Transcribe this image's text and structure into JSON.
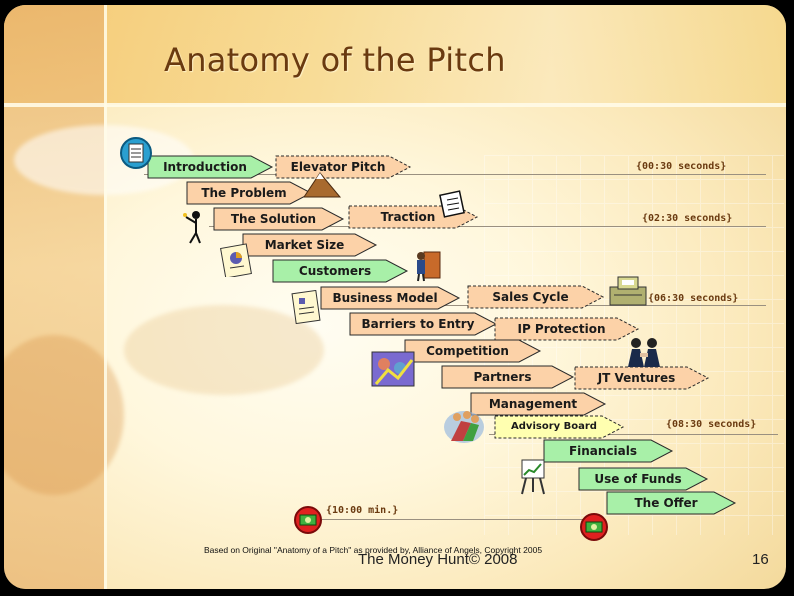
{
  "title": "Anatomy of the Pitch",
  "steps": [
    {
      "label": "Introduction",
      "fill": "#a8f0a8",
      "style": "solid"
    },
    {
      "label": "Elevator Pitch",
      "fill": "#fcd2a8",
      "style": "dashed"
    },
    {
      "label": "The Problem",
      "fill": "#fcd2a8",
      "style": "solid"
    },
    {
      "label": "The Solution",
      "fill": "#fcd2a8",
      "style": "solid"
    },
    {
      "label": "Traction",
      "fill": "#fcd2a8",
      "style": "dashed"
    },
    {
      "label": "Market Size",
      "fill": "#fcd2a8",
      "style": "solid"
    },
    {
      "label": "Customers",
      "fill": "#a8f0a8",
      "style": "solid"
    },
    {
      "label": "Business Model",
      "fill": "#fcd2a8",
      "style": "solid"
    },
    {
      "label": "Sales Cycle",
      "fill": "#fcd2a8",
      "style": "dashed"
    },
    {
      "label": "Barriers to Entry",
      "fill": "#fcd2a8",
      "style": "solid"
    },
    {
      "label": "IP Protection",
      "fill": "#fcd2a8",
      "style": "dashed"
    },
    {
      "label": "Competition",
      "fill": "#fcd2a8",
      "style": "solid"
    },
    {
      "label": "Partners",
      "fill": "#fcd2a8",
      "style": "solid"
    },
    {
      "label": "JT Ventures",
      "fill": "#fcd2a8",
      "style": "dashed"
    },
    {
      "label": "Management",
      "fill": "#fcd2a8",
      "style": "solid"
    },
    {
      "label": "Advisory Board",
      "fill": "#ffffb0",
      "style": "dashed"
    },
    {
      "label": "Financials",
      "fill": "#a8f0a8",
      "style": "solid"
    },
    {
      "label": "Use of Funds",
      "fill": "#a8f0a8",
      "style": "solid"
    },
    {
      "label": "The Offer",
      "fill": "#a8f0a8",
      "style": "solid"
    }
  ],
  "times": [
    "{00:30 seconds}",
    "{02:30 seconds}",
    "{06:30 seconds}",
    "{08:30 seconds}",
    "{10:00 min.}"
  ],
  "credit": "Based on Original \"Anatomy of a Pitch\" as provided by, Alliance of Angels, Copyright 2005",
  "footer": "The Money Hunt© 2008",
  "page_number": "16",
  "colors": {
    "title": "#6a3a10",
    "green": "#a8f0a8",
    "peach": "#fcd2a8",
    "yellow": "#ffffb0"
  }
}
